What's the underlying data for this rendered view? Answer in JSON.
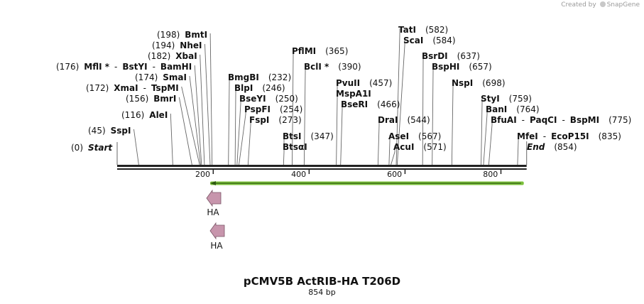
{
  "branding": {
    "created_by": "Created by",
    "app": "SnapGene"
  },
  "plasmid": {
    "name": "pCMV5B ActRIB-HA T206D",
    "length_label": "854 bp",
    "length": 854
  },
  "axis": {
    "ticks": [
      200,
      400,
      600,
      800
    ]
  },
  "sites": [
    {
      "id": "start",
      "lines": [
        {
          "parts": [
            {
              "text": "(0)",
              "type": "pos"
            },
            {
              "text": "Start",
              "type": "end"
            }
          ]
        }
      ]
    },
    {
      "id": "sspi",
      "lines": [
        {
          "parts": [
            {
              "text": "(45)",
              "type": "pos"
            },
            {
              "text": "SspI",
              "type": "name"
            }
          ]
        }
      ]
    },
    {
      "id": "alei",
      "lines": [
        {
          "parts": [
            {
              "text": "(116)",
              "type": "pos"
            },
            {
              "text": "AleI",
              "type": "name"
            }
          ]
        }
      ]
    },
    {
      "id": "bmri",
      "lines": [
        {
          "parts": [
            {
              "text": "(156)",
              "type": "pos"
            },
            {
              "text": "BmrI",
              "type": "name"
            }
          ]
        }
      ]
    },
    {
      "id": "xmai",
      "lines": [
        {
          "parts": [
            {
              "text": "(172)",
              "type": "pos"
            },
            {
              "text": "XmaI",
              "type": "name"
            },
            {
              "text": "-",
              "type": "sep"
            },
            {
              "text": "TspMI",
              "type": "name"
            }
          ]
        }
      ]
    },
    {
      "id": "smai",
      "lines": [
        {
          "parts": [
            {
              "text": "(174)",
              "type": "pos"
            },
            {
              "text": "SmaI",
              "type": "name"
            }
          ]
        }
      ]
    },
    {
      "id": "mfli",
      "lines": [
        {
          "parts": [
            {
              "text": "(176)",
              "type": "pos"
            },
            {
              "text": "MflI *",
              "type": "name"
            },
            {
              "text": "-",
              "type": "sep"
            },
            {
              "text": "BstYI",
              "type": "name"
            },
            {
              "text": "-",
              "type": "sep"
            },
            {
              "text": "BamHI",
              "type": "name"
            }
          ]
        }
      ]
    },
    {
      "id": "xbai",
      "lines": [
        {
          "parts": [
            {
              "text": "(182)",
              "type": "pos"
            },
            {
              "text": "XbaI",
              "type": "name"
            }
          ]
        }
      ]
    },
    {
      "id": "nhei",
      "lines": [
        {
          "parts": [
            {
              "text": "(194)",
              "type": "pos"
            },
            {
              "text": "NheI",
              "type": "name"
            }
          ]
        }
      ]
    },
    {
      "id": "bmti",
      "lines": [
        {
          "parts": [
            {
              "text": "(198)",
              "type": "pos"
            },
            {
              "text": "BmtI",
              "type": "name"
            }
          ]
        }
      ]
    },
    {
      "id": "bmgbi",
      "lines": [
        {
          "parts": [
            {
              "text": "BmgBI",
              "type": "name"
            },
            {
              "text": "(232)",
              "type": "pos"
            }
          ]
        }
      ]
    },
    {
      "id": "blpi",
      "lines": [
        {
          "parts": [
            {
              "text": "BlpI",
              "type": "name"
            },
            {
              "text": "(246)",
              "type": "pos"
            }
          ]
        }
      ]
    },
    {
      "id": "bseyi",
      "lines": [
        {
          "parts": [
            {
              "text": "BseYI",
              "type": "name"
            },
            {
              "text": "(250)",
              "type": "pos"
            }
          ]
        }
      ]
    },
    {
      "id": "pspfi",
      "lines": [
        {
          "parts": [
            {
              "text": "PspFI",
              "type": "name"
            },
            {
              "text": "(254)",
              "type": "pos"
            }
          ]
        }
      ]
    },
    {
      "id": "fspi",
      "lines": [
        {
          "parts": [
            {
              "text": "FspI",
              "type": "name"
            },
            {
              "text": "(273)",
              "type": "pos"
            }
          ]
        }
      ]
    },
    {
      "id": "pflmi",
      "lines": [
        {
          "parts": [
            {
              "text": "PflMI",
              "type": "name"
            },
            {
              "text": "(365)",
              "type": "pos"
            }
          ]
        }
      ]
    },
    {
      "id": "bcli",
      "lines": [
        {
          "parts": [
            {
              "text": "BclI *",
              "type": "name"
            },
            {
              "text": "(390)",
              "type": "pos"
            }
          ]
        }
      ]
    },
    {
      "id": "btsi",
      "lines": [
        {
          "parts": [
            {
              "text": "BtsI",
              "type": "name"
            },
            {
              "text": "(347)",
              "type": "pos"
            }
          ]
        },
        {
          "parts": [
            {
              "text": "BtsαI",
              "type": "name"
            }
          ]
        }
      ]
    },
    {
      "id": "pvuii",
      "lines": [
        {
          "parts": [
            {
              "text": "PvuII",
              "type": "name"
            },
            {
              "text": "(457)",
              "type": "pos"
            }
          ]
        },
        {
          "parts": [
            {
              "text": "MspA1I",
              "type": "name"
            }
          ]
        }
      ]
    },
    {
      "id": "bseri",
      "lines": [
        {
          "parts": [
            {
              "text": "BseRI",
              "type": "name"
            },
            {
              "text": "(466)",
              "type": "pos"
            }
          ]
        }
      ]
    },
    {
      "id": "drai",
      "lines": [
        {
          "parts": [
            {
              "text": "DraI",
              "type": "name"
            },
            {
              "text": "(544)",
              "type": "pos"
            }
          ]
        }
      ]
    },
    {
      "id": "asei",
      "lines": [
        {
          "parts": [
            {
              "text": "AseI",
              "type": "name"
            },
            {
              "text": "(567)",
              "type": "pos"
            }
          ]
        }
      ]
    },
    {
      "id": "acui",
      "lines": [
        {
          "parts": [
            {
              "text": "AcuI",
              "type": "name"
            },
            {
              "text": "(571)",
              "type": "pos"
            }
          ]
        }
      ]
    },
    {
      "id": "tati",
      "lines": [
        {
          "parts": [
            {
              "text": "TatI",
              "type": "name"
            },
            {
              "text": "(582)",
              "type": "pos"
            }
          ]
        }
      ]
    },
    {
      "id": "scai",
      "lines": [
        {
          "parts": [
            {
              "text": "ScaI",
              "type": "name"
            },
            {
              "text": "(584)",
              "type": "pos"
            }
          ]
        }
      ]
    },
    {
      "id": "bsrdi",
      "lines": [
        {
          "parts": [
            {
              "text": "BsrDI",
              "type": "name"
            },
            {
              "text": "(637)",
              "type": "pos"
            }
          ]
        }
      ]
    },
    {
      "id": "bsphi",
      "lines": [
        {
          "parts": [
            {
              "text": "BspHI",
              "type": "name"
            },
            {
              "text": "(657)",
              "type": "pos"
            }
          ]
        }
      ]
    },
    {
      "id": "nspi",
      "lines": [
        {
          "parts": [
            {
              "text": "NspI",
              "type": "name"
            },
            {
              "text": "(698)",
              "type": "pos"
            }
          ]
        }
      ]
    },
    {
      "id": "styi",
      "lines": [
        {
          "parts": [
            {
              "text": "StyI",
              "type": "name"
            },
            {
              "text": "(759)",
              "type": "pos"
            }
          ]
        }
      ]
    },
    {
      "id": "bani",
      "lines": [
        {
          "parts": [
            {
              "text": "BanI",
              "type": "name"
            },
            {
              "text": "(764)",
              "type": "pos"
            }
          ]
        }
      ]
    },
    {
      "id": "bfuai",
      "lines": [
        {
          "parts": [
            {
              "text": "BfuAI",
              "type": "name"
            },
            {
              "text": "-",
              "type": "sep"
            },
            {
              "text": "PaqCI",
              "type": "name"
            },
            {
              "text": "-",
              "type": "sep"
            },
            {
              "text": "BspMI",
              "type": "name"
            },
            {
              "text": "(775)",
              "type": "pos"
            }
          ]
        }
      ]
    },
    {
      "id": "mfei",
      "lines": [
        {
          "parts": [
            {
              "text": "MfeI",
              "type": "name"
            },
            {
              "text": "-",
              "type": "sep"
            },
            {
              "text": "EcoP15I",
              "type": "name"
            },
            {
              "text": "(835)",
              "type": "pos"
            }
          ]
        }
      ]
    },
    {
      "id": "end",
      "lines": [
        {
          "parts": [
            {
              "text": "End",
              "type": "end"
            },
            {
              "text": "(854)",
              "type": "pos"
            }
          ]
        }
      ]
    }
  ],
  "features": [
    {
      "id": "orf",
      "type": "orf",
      "start": 194,
      "end": 854,
      "direction": "reverse",
      "color": "#7cc03c"
    },
    {
      "id": "ha1",
      "label": "HA",
      "type": "tag",
      "direction": "reverse",
      "color": "#c795ac"
    },
    {
      "id": "ha2",
      "label": "HA",
      "type": "tag",
      "direction": "reverse",
      "color": "#c795ac"
    }
  ]
}
